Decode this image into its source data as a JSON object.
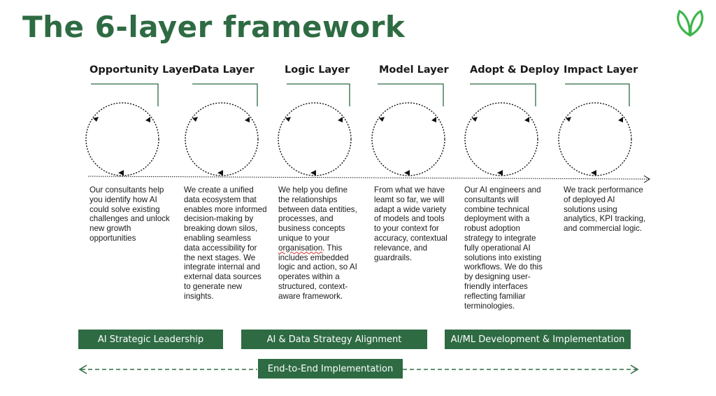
{
  "title": "The 6-layer framework",
  "colors": {
    "accent": "#2e6b43",
    "logo": "#3cb54a"
  },
  "logo_icon": "leaf-logo-icon",
  "layers": [
    {
      "title": "Opportunity Layer",
      "desc": "Our consultants help you identify how AI could solve existing challenges and unlock new growth opportunities"
    },
    {
      "title": "Data Layer",
      "desc": "We create a unified data ecosystem that enables more informed decision-making by breaking down silos, enabling seamless data accessibility for the next stages. We integrate internal and external data sources to generate new insights."
    },
    {
      "title": "Logic Layer",
      "desc_pre": "We help you define the relationships between data entities, processes, and business concepts unique to your ",
      "desc_mark": "organisation",
      "desc_post": ". This includes embedded logic and action, so AI operates within a structured, context-aware framework."
    },
    {
      "title": "Model Layer",
      "desc": "From what we have leamt so far, we will adapt a wide variety of models and tools to your context for accuracy, contextual relevance, and guardrails."
    },
    {
      "title": "Adopt & Deploy",
      "desc": "Our AI engineers and consultants will combine technical deployment with a robust adoption strategy to integrate fully operational AI solutions into existing workflows. We do this by designing user-friendly interfaces reflecting familiar terminologies."
    },
    {
      "title": "Impact Layer",
      "desc": "We track performance of deployed AI solutions using analytics, KPI tracking, and commercial logic."
    }
  ],
  "bands": [
    "AI Strategic Leadership",
    "AI & Data Strategy Alignment",
    "AI/ML Development & Implementation"
  ],
  "implementation": "End-to-End Implementation"
}
